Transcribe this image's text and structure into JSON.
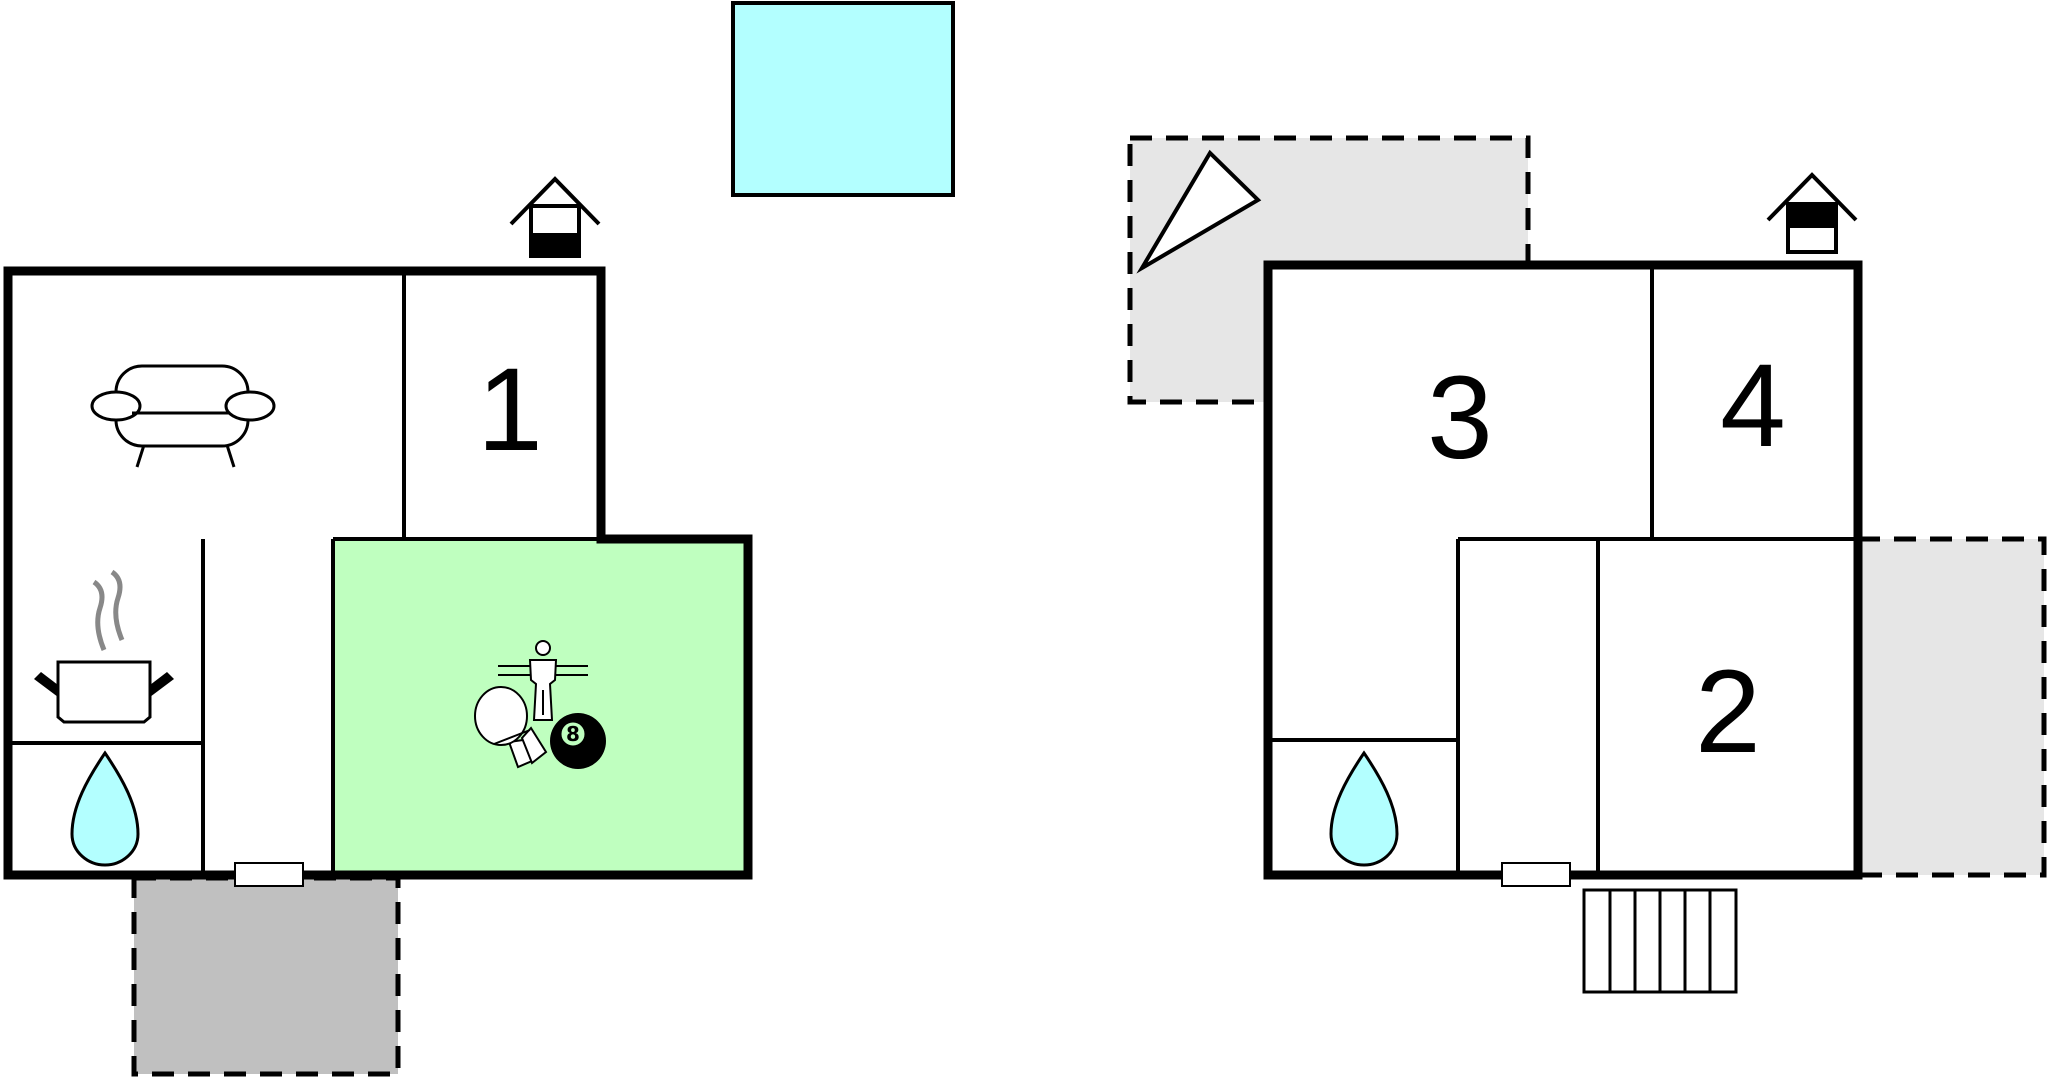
{
  "colors": {
    "wall": "#000000",
    "pool": "#b3ffff",
    "game_room": "#bfffbf",
    "terrace": "#c0c0c0",
    "open_area": "#e6e6e6",
    "water_drop": "#b3ffff",
    "steam": "#888888"
  },
  "left_unit": {
    "bedroom_1": {
      "label": "1"
    },
    "pool_ball_number": "8"
  },
  "right_unit": {
    "bedroom_3": {
      "label": "3"
    },
    "bedroom_4": {
      "label": "4"
    },
    "bedroom_2": {
      "label": "2"
    }
  },
  "icons": [
    "house-entrance-icon",
    "sofa-icon",
    "cooking-pot-icon",
    "water-drop-icon",
    "table-football-icon",
    "table-tennis-icon",
    "pool-ball-icon",
    "bbq-grill-icon",
    "stairs-icon"
  ]
}
